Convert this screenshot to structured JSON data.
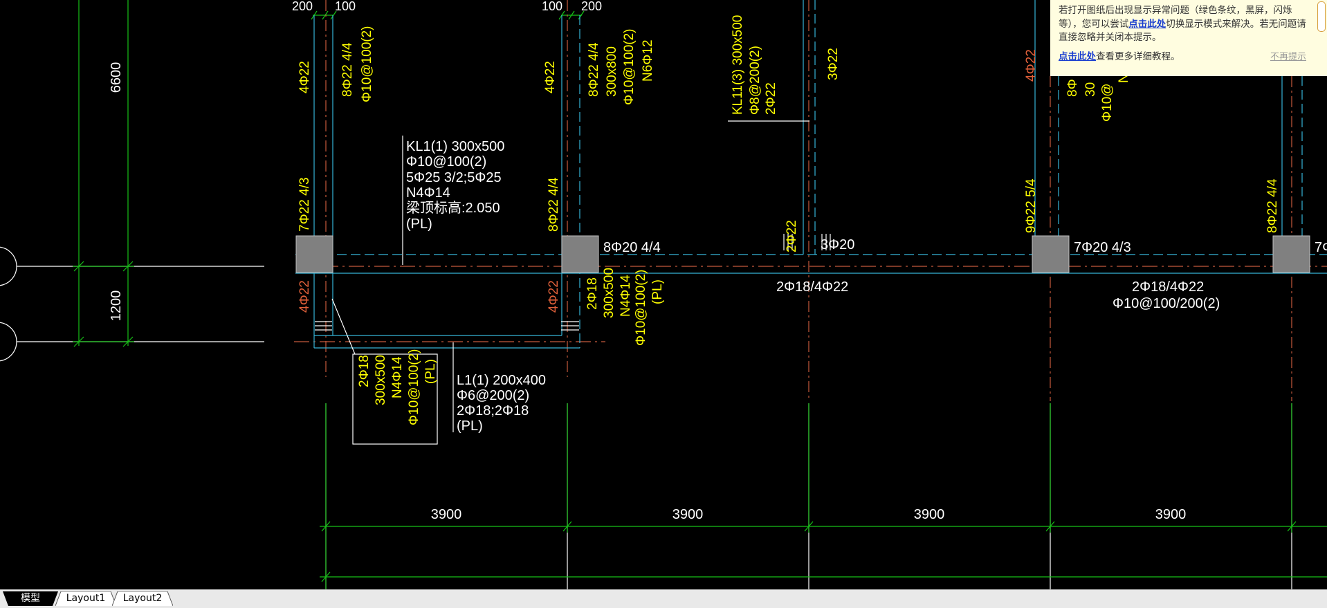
{
  "drawing": {
    "dims": {
      "top_left": "200",
      "top_right": "100",
      "mid_left": "100",
      "mid_right": "200",
      "v_6600": "6600",
      "v_1200": "1200",
      "bay1": "3900",
      "bay2": "3900",
      "bay3": "3900",
      "bay4": "3900"
    },
    "col1": {
      "top_a": "4Φ22",
      "top_b": "8Φ22 4/4",
      "top_c": "Φ10@100(2)",
      "mid": "7Φ22 4/3",
      "low": "4Φ22"
    },
    "col2": {
      "top_a": "4Φ22",
      "top_b": "8Φ22 4/4",
      "top_c": "300x800",
      "top_d": "Φ10@100(2)",
      "top_e": "N6Φ12",
      "mid": "8Φ22 4/4",
      "low": "4Φ22"
    },
    "kl1": {
      "l1": "KL1(1) 300x500",
      "l2": "Φ10@100(2)",
      "l3": "5Φ25 3/2;5Φ25",
      "l4": "N4Φ14",
      "l5": "梁顶标高:2.050",
      "l6": "(PL)"
    },
    "beam_right_1": {
      "a": "8Φ20 4/4"
    },
    "beam_low_1": {
      "a": "2Φ18",
      "b": "300x500",
      "c": "N4Φ14",
      "d": "Φ10@100(2)",
      "e": "(PL)"
    },
    "kl11": {
      "a": "KL11(3) 300x500",
      "b": "Φ8@200(2)",
      "c": "2Φ22"
    },
    "mid_3phi22": "3Φ22",
    "mid_2phi22": "2Φ22",
    "mid_3phi20": "3Φ20",
    "mid_2phi18": "2Φ18/4Φ22",
    "col3": {
      "top": "4Φ22",
      "mid": "9Φ22 5/4"
    },
    "beam_right_3": {
      "a": "7Φ20 4/3",
      "b": "2Φ18/4Φ22",
      "c": "Φ10@100/200(2)"
    },
    "col4": {
      "mid": "8Φ22 4/4"
    },
    "edge_right": {
      "a": "7Φ"
    },
    "l1_box": {
      "a": "2Φ18",
      "b": "300x500",
      "c": "N4Φ14",
      "d": "Φ10@100(2)",
      "e": "(PL)"
    },
    "l1": {
      "a": "L1(1) 200x400",
      "b": "Φ6@200(2)",
      "c": "2Φ18;2Φ18",
      "d": "(PL)"
    },
    "frag_right": {
      "a": "8Φ",
      "b": "30",
      "c": "Φ10@",
      "d": "N"
    }
  },
  "notice": {
    "text1": "若打开图纸后出现显示异常问题（绿色条纹，黑屏，闪烁等），您可以尝试",
    "link1": "点击此处",
    "text2": "切换显示模式来解决。若无问题请直接忽略并关闭本提示。",
    "link2": "点击此处",
    "text3": "查看更多详细教程。",
    "dismiss": "不再提示"
  },
  "tabs": [
    {
      "label": "模型"
    },
    {
      "label": "Layout1"
    },
    {
      "label": "Layout2"
    }
  ],
  "colors": {
    "background": "#000000",
    "yellow": "#ffff00",
    "white": "#ffffff",
    "green": "#00ff00",
    "cyan": "#36b5d8",
    "red": "#c75a3c",
    "column": "#808080"
  }
}
